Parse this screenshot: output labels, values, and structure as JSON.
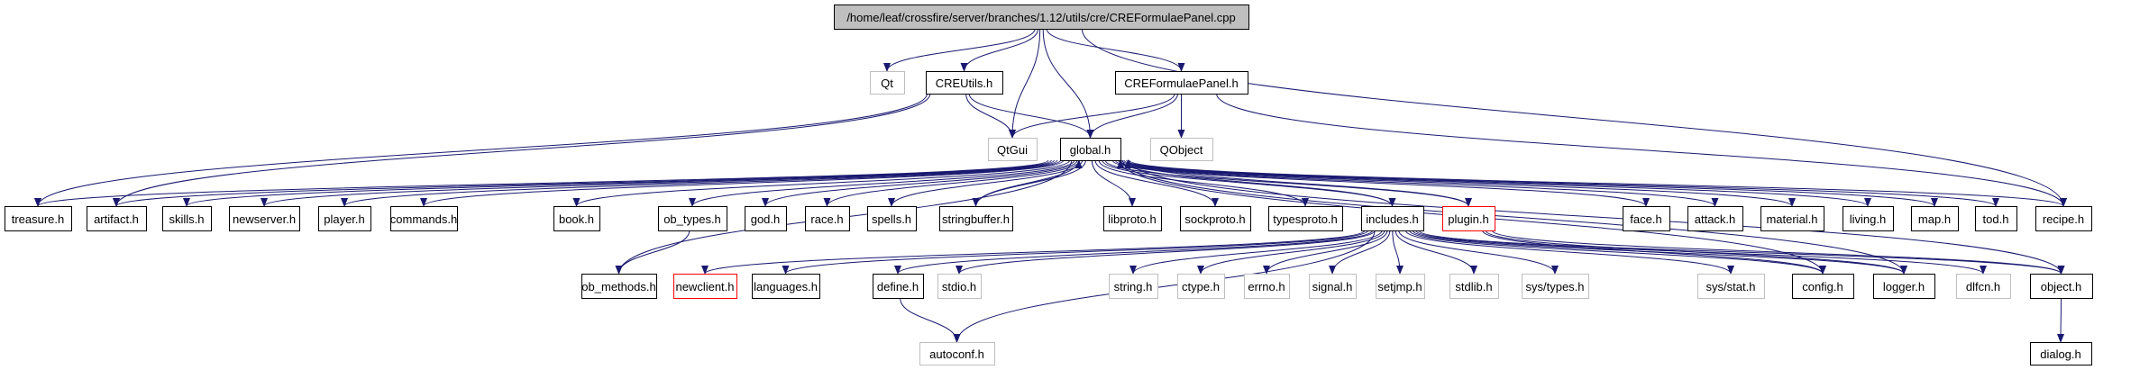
{
  "diagram": {
    "type": "include-dependency-graph",
    "colors": {
      "edge": "#191970",
      "root_fill": "#bfbfbf",
      "normal_border": "#000000",
      "external_border": "#bfbfbf",
      "truncated_border": "#ff0000"
    },
    "nodes": [
      {
        "id": "root",
        "label": "/home/leaf/crossfire/server/branches/1.12/utils/cre/CREFormulaePanel.cpp",
        "kind": "root"
      },
      {
        "id": "qt",
        "label": "Qt",
        "kind": "external"
      },
      {
        "id": "creutils",
        "label": "CREUtils.h",
        "kind": "normal"
      },
      {
        "id": "creformulaepanel_h",
        "label": "CREFormulaePanel.h",
        "kind": "normal"
      },
      {
        "id": "qtgui",
        "label": "QtGui",
        "kind": "external"
      },
      {
        "id": "global",
        "label": "global.h",
        "kind": "normal"
      },
      {
        "id": "qobject",
        "label": "QObject",
        "kind": "external"
      },
      {
        "id": "treasure",
        "label": "treasure.h",
        "kind": "normal"
      },
      {
        "id": "artifact",
        "label": "artifact.h",
        "kind": "normal"
      },
      {
        "id": "skills",
        "label": "skills.h",
        "kind": "normal"
      },
      {
        "id": "newserver",
        "label": "newserver.h",
        "kind": "normal"
      },
      {
        "id": "player",
        "label": "player.h",
        "kind": "normal"
      },
      {
        "id": "commands",
        "label": "commands.h",
        "kind": "normal"
      },
      {
        "id": "book",
        "label": "book.h",
        "kind": "normal"
      },
      {
        "id": "ob_types",
        "label": "ob_types.h",
        "kind": "normal"
      },
      {
        "id": "god",
        "label": "god.h",
        "kind": "normal"
      },
      {
        "id": "race",
        "label": "race.h",
        "kind": "normal"
      },
      {
        "id": "spells",
        "label": "spells.h",
        "kind": "normal"
      },
      {
        "id": "stringbuffer",
        "label": "stringbuffer.h",
        "kind": "normal"
      },
      {
        "id": "libproto",
        "label": "libproto.h",
        "kind": "normal"
      },
      {
        "id": "sockproto",
        "label": "sockproto.h",
        "kind": "normal"
      },
      {
        "id": "typesproto",
        "label": "typesproto.h",
        "kind": "normal"
      },
      {
        "id": "includes",
        "label": "includes.h",
        "kind": "normal"
      },
      {
        "id": "plugin",
        "label": "plugin.h",
        "kind": "truncated"
      },
      {
        "id": "face",
        "label": "face.h",
        "kind": "normal"
      },
      {
        "id": "attack",
        "label": "attack.h",
        "kind": "normal"
      },
      {
        "id": "material",
        "label": "material.h",
        "kind": "normal"
      },
      {
        "id": "living",
        "label": "living.h",
        "kind": "normal"
      },
      {
        "id": "map",
        "label": "map.h",
        "kind": "normal"
      },
      {
        "id": "tod",
        "label": "tod.h",
        "kind": "normal"
      },
      {
        "id": "recipe",
        "label": "recipe.h",
        "kind": "normal"
      },
      {
        "id": "ob_methods",
        "label": "ob_methods.h",
        "kind": "normal"
      },
      {
        "id": "newclient",
        "label": "newclient.h",
        "kind": "truncated"
      },
      {
        "id": "languages",
        "label": "languages.h",
        "kind": "normal"
      },
      {
        "id": "define",
        "label": "define.h",
        "kind": "normal"
      },
      {
        "id": "stdio",
        "label": "stdio.h",
        "kind": "external"
      },
      {
        "id": "string",
        "label": "string.h",
        "kind": "external"
      },
      {
        "id": "ctype",
        "label": "ctype.h",
        "kind": "external"
      },
      {
        "id": "errno",
        "label": "errno.h",
        "kind": "external"
      },
      {
        "id": "signal",
        "label": "signal.h",
        "kind": "external"
      },
      {
        "id": "setjmp",
        "label": "setjmp.h",
        "kind": "external"
      },
      {
        "id": "stdlib",
        "label": "stdlib.h",
        "kind": "external"
      },
      {
        "id": "sys_types",
        "label": "sys/types.h",
        "kind": "external"
      },
      {
        "id": "sys_stat",
        "label": "sys/stat.h",
        "kind": "external"
      },
      {
        "id": "config",
        "label": "config.h",
        "kind": "normal"
      },
      {
        "id": "logger",
        "label": "logger.h",
        "kind": "normal"
      },
      {
        "id": "dlfcn",
        "label": "dlfcn.h",
        "kind": "external"
      },
      {
        "id": "object",
        "label": "object.h",
        "kind": "normal"
      },
      {
        "id": "autoconf",
        "label": "autoconf.h",
        "kind": "external"
      },
      {
        "id": "dialog",
        "label": "dialog.h",
        "kind": "normal"
      }
    ],
    "edges": [
      [
        "root",
        "qt"
      ],
      [
        "root",
        "creutils"
      ],
      [
        "root",
        "qtgui"
      ],
      [
        "root",
        "global"
      ],
      [
        "root",
        "creformulaepanel_h"
      ],
      [
        "root",
        "recipe"
      ],
      [
        "creutils",
        "qtgui"
      ],
      [
        "creutils",
        "global"
      ],
      [
        "creutils",
        "treasure"
      ],
      [
        "creutils",
        "artifact"
      ],
      [
        "creformulaepanel_h",
        "qtgui"
      ],
      [
        "creformulaepanel_h",
        "global"
      ],
      [
        "creformulaepanel_h",
        "qobject"
      ],
      [
        "creformulaepanel_h",
        "recipe"
      ],
      [
        "global",
        "treasure"
      ],
      [
        "global",
        "artifact"
      ],
      [
        "global",
        "skills"
      ],
      [
        "global",
        "newserver"
      ],
      [
        "global",
        "player"
      ],
      [
        "global",
        "commands"
      ],
      [
        "global",
        "book"
      ],
      [
        "global",
        "ob_types"
      ],
      [
        "global",
        "god"
      ],
      [
        "global",
        "race"
      ],
      [
        "global",
        "spells"
      ],
      [
        "global",
        "stringbuffer"
      ],
      [
        "global",
        "libproto"
      ],
      [
        "global",
        "sockproto"
      ],
      [
        "global",
        "typesproto"
      ],
      [
        "global",
        "includes"
      ],
      [
        "global",
        "plugin"
      ],
      [
        "global",
        "face"
      ],
      [
        "global",
        "attack"
      ],
      [
        "global",
        "material"
      ],
      [
        "global",
        "living"
      ],
      [
        "global",
        "map"
      ],
      [
        "global",
        "tod"
      ],
      [
        "global",
        "recipe"
      ],
      [
        "global",
        "ob_methods"
      ],
      [
        "global",
        "config"
      ],
      [
        "global",
        "logger"
      ],
      [
        "global",
        "object"
      ],
      [
        "stringbuffer",
        "global"
      ],
      [
        "includes",
        "global"
      ],
      [
        "plugin",
        "global"
      ],
      [
        "ob_types",
        "ob_methods"
      ],
      [
        "includes",
        "newclient"
      ],
      [
        "includes",
        "languages"
      ],
      [
        "includes",
        "define"
      ],
      [
        "includes",
        "stdio"
      ],
      [
        "includes",
        "string"
      ],
      [
        "includes",
        "ctype"
      ],
      [
        "includes",
        "errno"
      ],
      [
        "includes",
        "signal"
      ],
      [
        "includes",
        "setjmp"
      ],
      [
        "includes",
        "stdlib"
      ],
      [
        "includes",
        "sys_types"
      ],
      [
        "includes",
        "sys_stat"
      ],
      [
        "includes",
        "config"
      ],
      [
        "includes",
        "logger"
      ],
      [
        "includes",
        "dlfcn"
      ],
      [
        "includes",
        "object"
      ],
      [
        "includes",
        "autoconf"
      ],
      [
        "plugin",
        "config"
      ],
      [
        "plugin",
        "logger"
      ],
      [
        "plugin",
        "object"
      ],
      [
        "define",
        "autoconf"
      ],
      [
        "object",
        "dialog"
      ]
    ]
  }
}
